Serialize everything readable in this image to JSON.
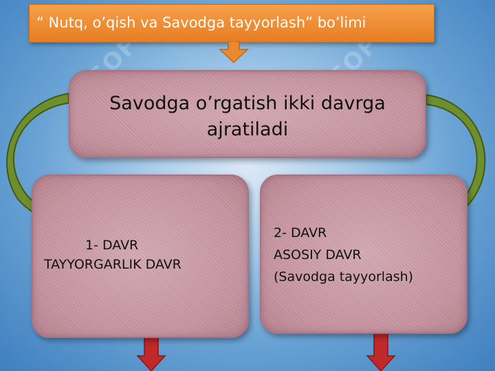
{
  "header": {
    "title": "“ Nutq, o’qish va Savodga  tayyorlash” bo’limi"
  },
  "main_box": {
    "line1": "Savodga  o’rgatish  ikki  davrga",
    "line2": "ajratiladi"
  },
  "period1": {
    "line1": "1- DAVR",
    "line2": "TAYYORGARLIK   DAVR"
  },
  "period2": {
    "line1": "2- DAVR",
    "line2": "ASOSIY   DAVR",
    "line3": "(Savodga  tayyorlash)"
  },
  "watermark": {
    "text": "SOFT"
  },
  "colors": {
    "header_fill": "#e88a30",
    "box_fill": "#c6959f",
    "curved_arrow": "#6f8f2e",
    "down_arrow_red": "#c0282a",
    "background": "#5d98cf"
  },
  "icons": [
    "curved-arrow-left-icon",
    "curved-arrow-right-icon",
    "down-arrow-orange-icon",
    "down-arrow-red-icon"
  ]
}
